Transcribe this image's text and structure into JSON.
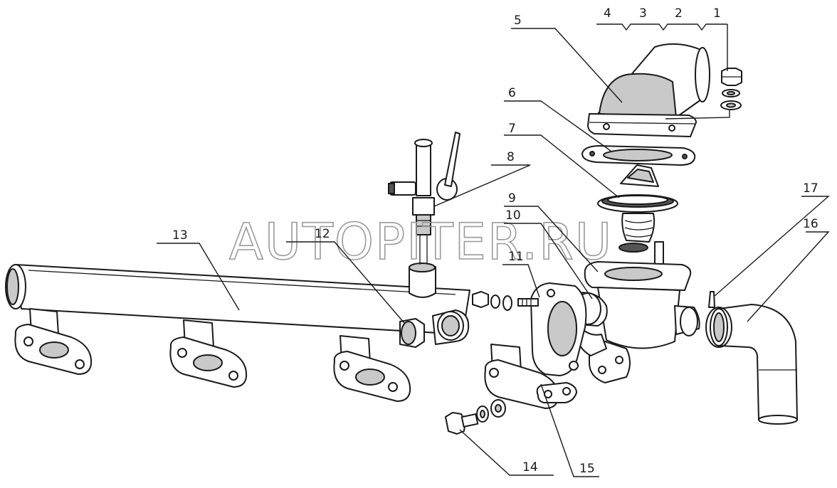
{
  "watermark": "AUTOPITER.RU",
  "callouts": [
    {
      "id": "1",
      "label": "1"
    },
    {
      "id": "2",
      "label": "2"
    },
    {
      "id": "3",
      "label": "3"
    },
    {
      "id": "4",
      "label": "4"
    },
    {
      "id": "5",
      "label": "5"
    },
    {
      "id": "6",
      "label": "6"
    },
    {
      "id": "7",
      "label": "7"
    },
    {
      "id": "8",
      "label": "8"
    },
    {
      "id": "9",
      "label": "9"
    },
    {
      "id": "10",
      "label": "10"
    },
    {
      "id": "11",
      "label": "11"
    },
    {
      "id": "12",
      "label": "12"
    },
    {
      "id": "13",
      "label": "13"
    },
    {
      "id": "14",
      "label": "14"
    },
    {
      "id": "15",
      "label": "15"
    },
    {
      "id": "16",
      "label": "16"
    },
    {
      "id": "17",
      "label": "17"
    }
  ]
}
